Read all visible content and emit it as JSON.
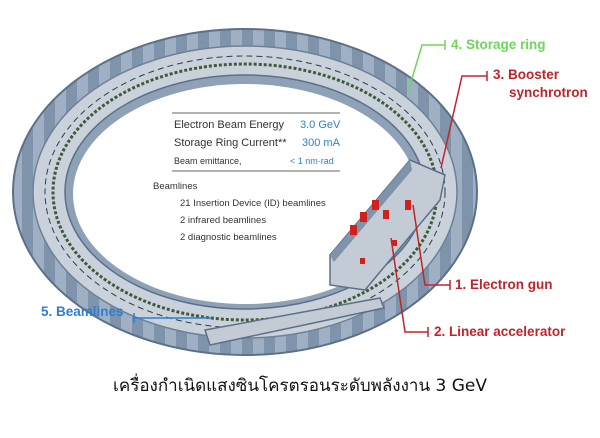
{
  "specs": {
    "rows": [
      {
        "label": "Electron Beam Energy",
        "value": "3.0 GeV"
      },
      {
        "label": "Storage Ring Current**",
        "value": "300  mA"
      },
      {
        "label": "Beam emittance,",
        "value": "< 1 nm·rad"
      }
    ],
    "beamlines_title": "Beamlines",
    "beamlines": [
      "21 Insertion Device (ID) beamlines",
      "2 infrared beamlines",
      "2 diagnostic beamlines"
    ]
  },
  "labels": {
    "storage_ring": "4. Storage ring",
    "booster_1": "3. Booster",
    "booster_2": "synchrotron",
    "electron_gun": "1. Electron gun",
    "linac": "2. Linear accelerator",
    "beamlines": "5. Beamlines"
  },
  "caption": "เครื่องกำเนิดแสงซินโครตรอนระดับพลังงาน 3 GeV",
  "colors": {
    "green": "#6fd65c",
    "red": "#c0242b",
    "blue": "#2e7fd0"
  }
}
